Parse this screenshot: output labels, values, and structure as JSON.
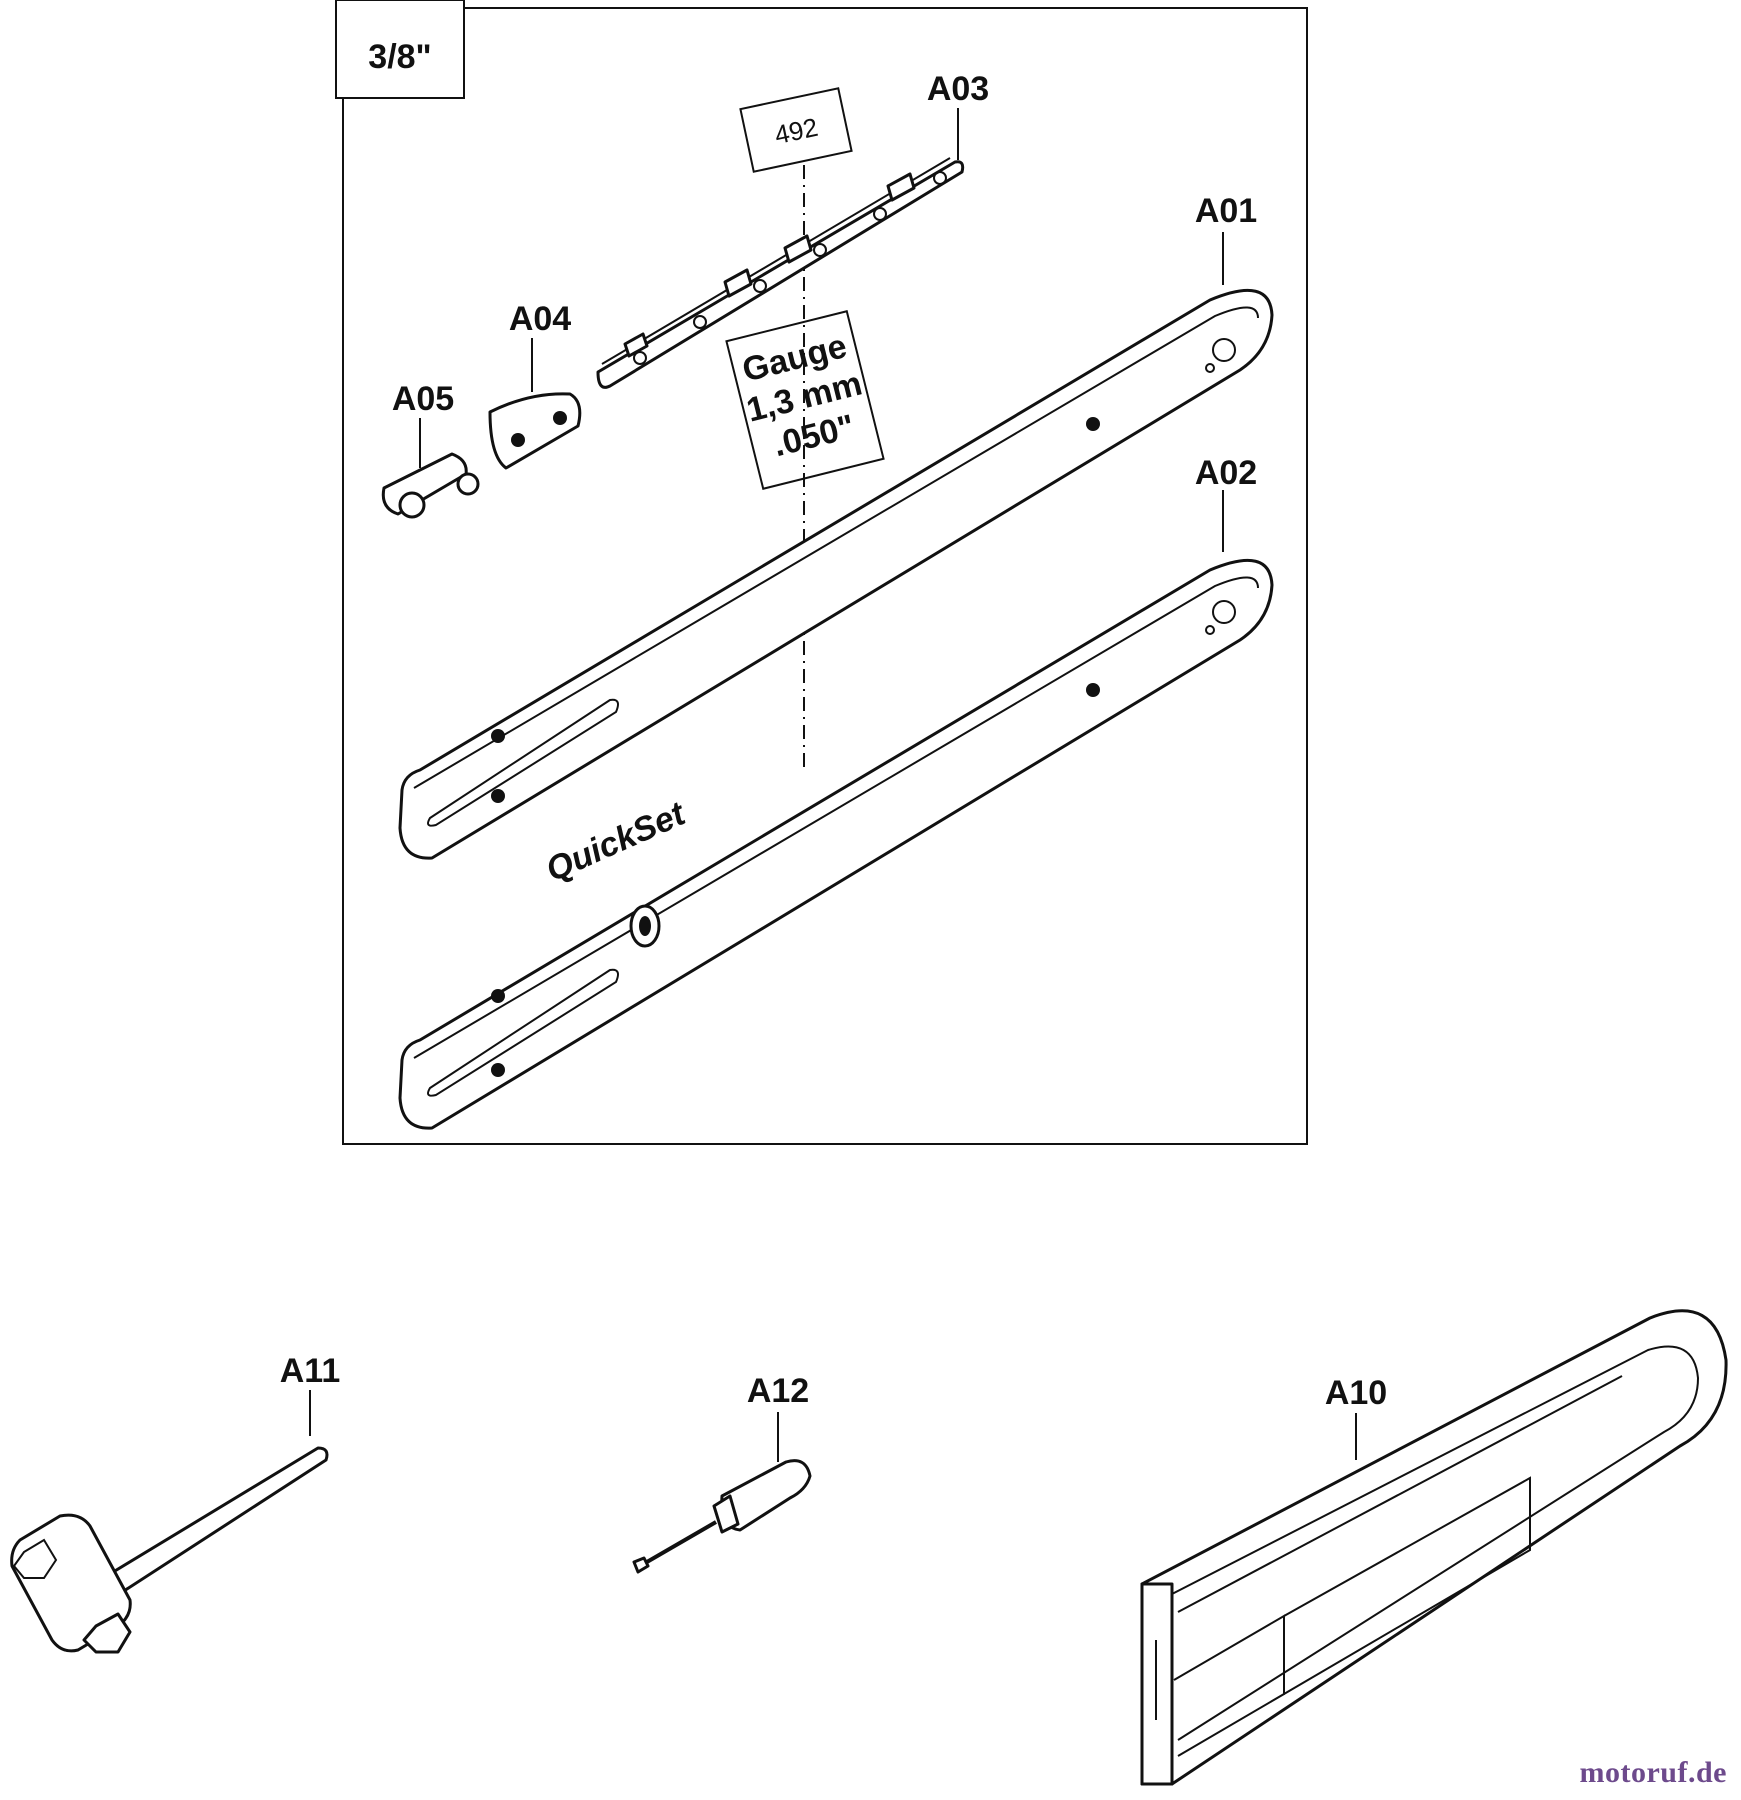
{
  "section_size_label": "3/8\"",
  "chain_code": "492",
  "gauge": {
    "line1": "Gauge",
    "line2": "1,3 mm",
    "line3": ".050\""
  },
  "bar_brand": "QuickSet",
  "parts": {
    "A01": "A01",
    "A02": "A02",
    "A03": "A03",
    "A04": "A04",
    "A05": "A05",
    "A10": "A10",
    "A11": "A11",
    "A12": "A12"
  },
  "watermark": "motoruf.de",
  "colors": {
    "ink": "#111111",
    "background": "#ffffff"
  }
}
